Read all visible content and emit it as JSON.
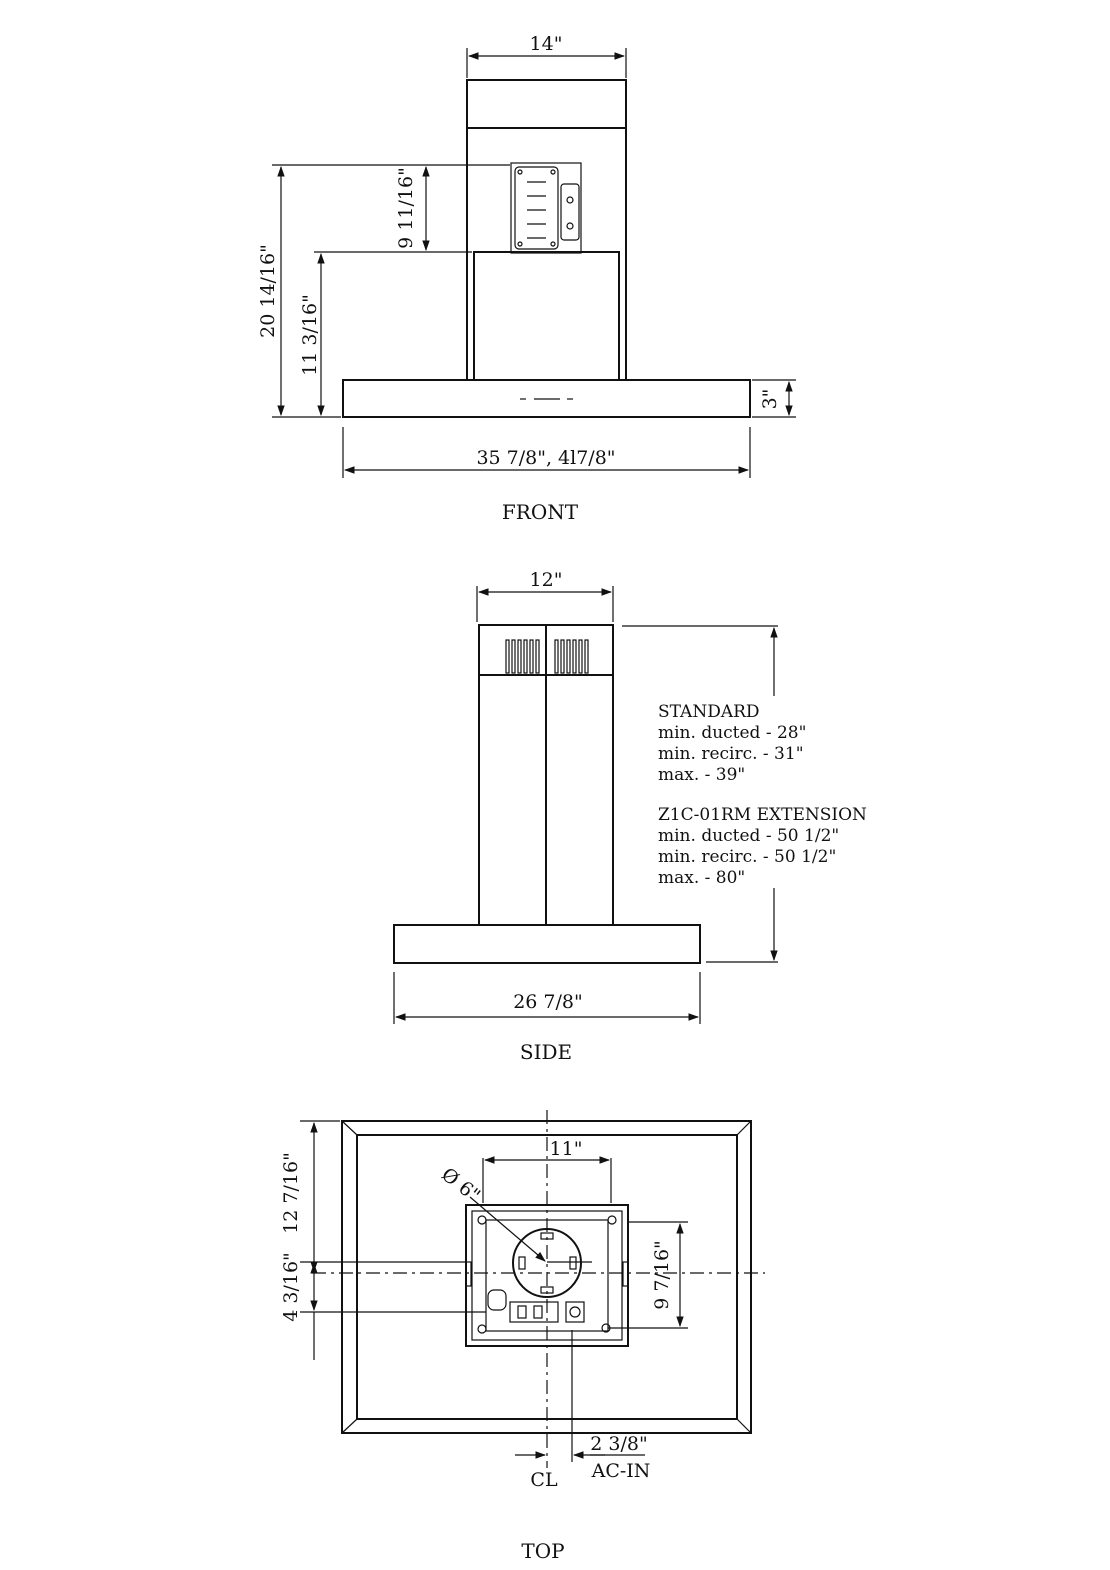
{
  "front": {
    "view_label": "FRONT",
    "chimney_width": "14\"",
    "box_height": "9 11/16\"",
    "overall_height": "20 14/16\"",
    "lower_height": "11 3/16\"",
    "hood_thickness": "3\"",
    "hood_width": "35 7/8\",  4l7/8\""
  },
  "side": {
    "view_label": "SIDE",
    "chimney_depth": "12\"",
    "hood_depth": "26 7/8\"",
    "notes": [
      "STANDARD",
      "min. ducted - 28\"",
      "min. recirc. - 31\"",
      "max. - 39\"",
      "Z1C-01RM EXTENSION",
      "min. ducted - 50 1/2\"",
      "min. recirc. - 50 1/2\"",
      "max. - 80\""
    ]
  },
  "top": {
    "view_label": "TOP",
    "bracket_width": "11\"",
    "duct_diameter": "Ø 6\"",
    "depth_to_center": "12 7/16\"",
    "offset": "4 3/16\"",
    "bracket_depth": "9 7/16\"",
    "ac_offset": "2 3/8\"",
    "ac_label": "AC-IN",
    "cl_label": "CL"
  }
}
